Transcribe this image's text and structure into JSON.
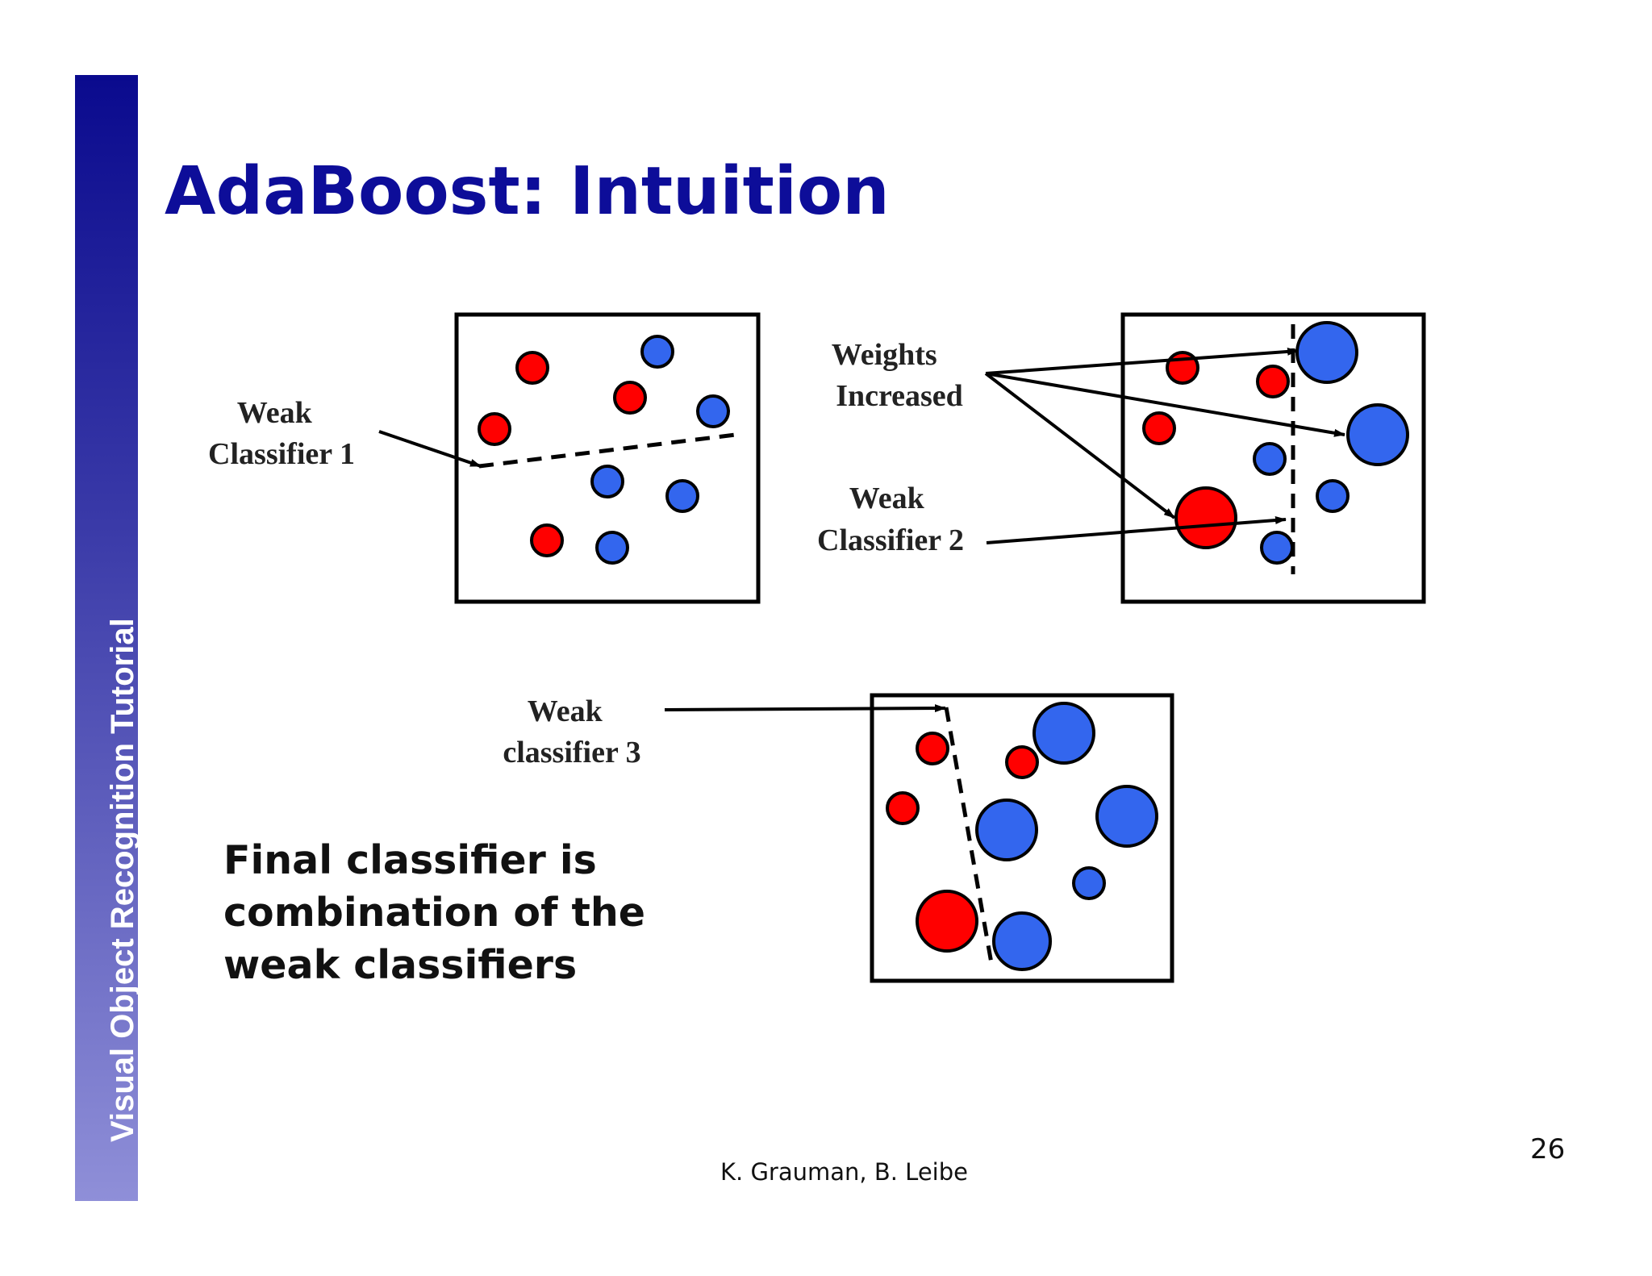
{
  "sidebar": {
    "text": "Visual Object Recognition Tutorial",
    "colors": [
      "#0a0a8e",
      "#8f8fd8"
    ]
  },
  "title": "AdaBoost: Intuition",
  "diagram": {
    "panel1_label": [
      "Weak",
      "Classifier 1"
    ],
    "weights_label": [
      "Weights",
      "Increased"
    ],
    "panel2_label": [
      "Weak",
      "Classifier 2"
    ],
    "panel3_label": [
      "Weak",
      "classifier 3"
    ],
    "colors": {
      "positive": "#ff0000",
      "negative": "#3366ee",
      "line": "#000000"
    }
  },
  "final_text": [
    "Final classifier is",
    "combination of the",
    "weak classifiers"
  ],
  "footer": {
    "credit": "K. Grauman, B. Leibe",
    "page_number": "26"
  }
}
